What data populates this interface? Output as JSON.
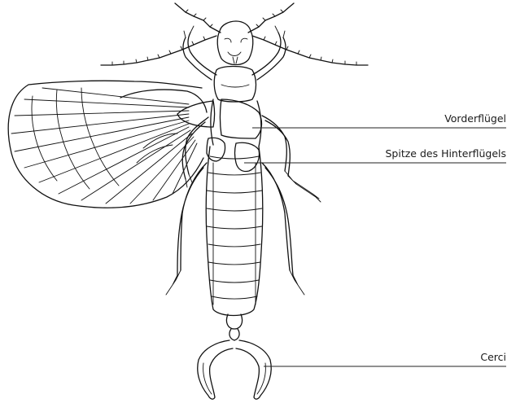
{
  "labels": {
    "forewing": "Vorderflügel",
    "hindwing_tip": "Spitze des Hinterflügels",
    "cerci": "Cerci"
  },
  "colors": {
    "background": "#ffffff",
    "ink": "#111111"
  }
}
